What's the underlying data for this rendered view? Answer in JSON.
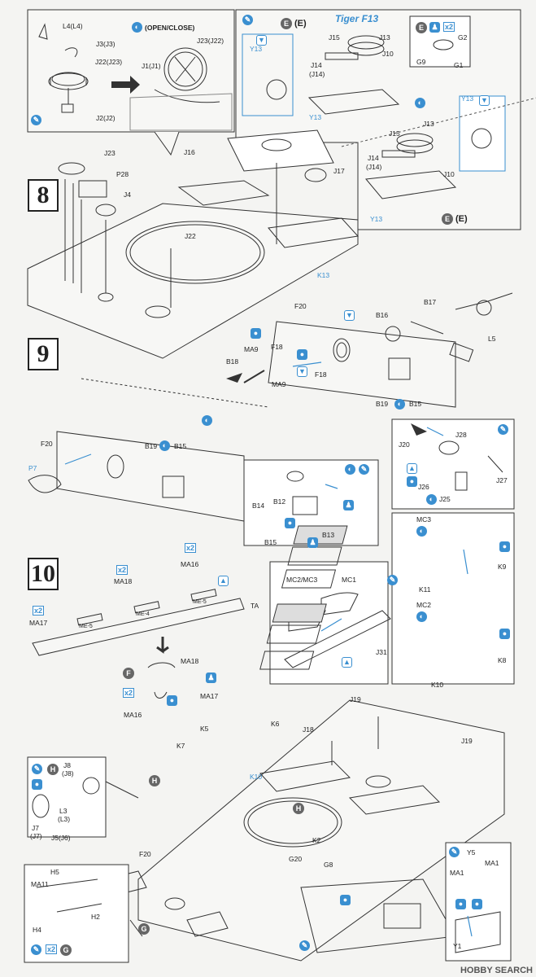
{
  "steps": {
    "s8": "8",
    "s9": "9",
    "s10": "10"
  },
  "step8": {
    "inset_open_close": "(OPEN/CLOSE)",
    "inset_left_labels": [
      "L4(L4)",
      "J3(J3)",
      "J22(J23)",
      "J2(J2)"
    ],
    "inset_right_labels": [
      "J23(J22)",
      "J1(J1)"
    ],
    "tiger_title": "Tiger F13",
    "tiger_badge": "E",
    "tiger_badge_paren": "(E)",
    "tiger_labels": [
      "J15",
      "J13",
      "J10",
      "J14",
      "(J14)",
      "Y13",
      "Y13"
    ],
    "tiger_small": [
      "G2",
      "G9",
      "G1",
      "x2"
    ],
    "tiger_lower_labels": [
      "J15",
      "J13",
      "J14",
      "(J14)",
      "J10",
      "Y13",
      "Y13"
    ],
    "main_labels": [
      "J23",
      "P28",
      "J4",
      "J16",
      "J22",
      "J17",
      "K13"
    ]
  },
  "step9": {
    "labels": [
      "F20",
      "B16",
      "B17",
      "L5",
      "MA9",
      "F18",
      "B18",
      "F18",
      "MA9",
      "B19",
      "B15"
    ],
    "lower_labels": [
      "F20",
      "P7",
      "B19",
      "B15",
      "B14",
      "B12",
      "B13",
      "B15"
    ],
    "inset_labels": [
      "J20",
      "J28",
      "J26",
      "J25",
      "J27"
    ]
  },
  "step10": {
    "ta_labels": [
      "MA17",
      "MA18",
      "MA16",
      "TA",
      "x2",
      "x2",
      "x2"
    ],
    "ta_marks": [
      "ME-5",
      "ME-4",
      "ME-5"
    ],
    "sub_labels": [
      "MA18",
      "MA16",
      "MA17",
      "F",
      "x2"
    ],
    "rack_labels": [
      "MC3",
      "K9",
      "K11",
      "MC2",
      "K8",
      "K10"
    ],
    "j31_labels": [
      "MC2/MC3",
      "MC1",
      "J31"
    ],
    "hull_labels": [
      "J19",
      "J18",
      "K6",
      "K5",
      "K7",
      "K10",
      "J19",
      "H",
      "H",
      "K2",
      "G20",
      "G8",
      "F20",
      "G"
    ],
    "left_inset_labels": [
      "H",
      "J8",
      "(J8)",
      "L3",
      "(L3)",
      "J7",
      "(J7)",
      "J5(J6)"
    ],
    "left_lower_labels": [
      "H5",
      "MA11",
      "H4",
      "H2",
      "G",
      "x2"
    ],
    "right_inset_labels": [
      "Y5",
      "MA1",
      "MA1",
      "Y1"
    ]
  },
  "footer": {
    "watermark": "HOBBY SEARCH"
  }
}
